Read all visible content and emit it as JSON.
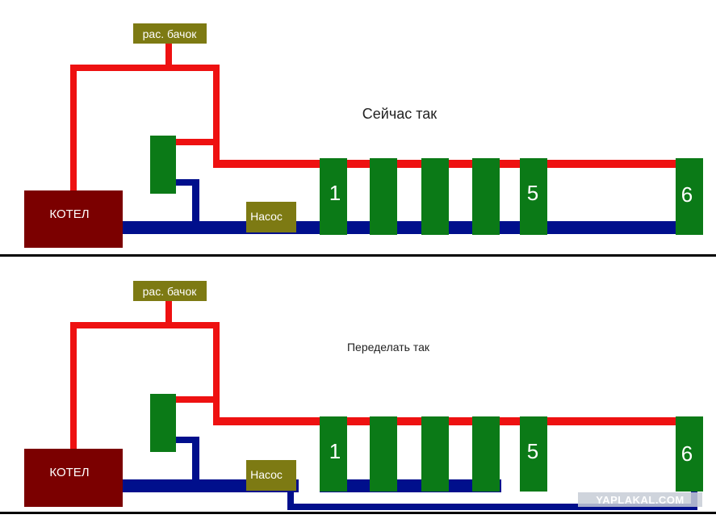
{
  "colors": {
    "supply": "#ee1111",
    "return": "#000f8c",
    "radiator": "#0b7a17",
    "boiler": "#7b0000",
    "tank": "#7d7a13",
    "pump": "#7d7a13",
    "divider": "#000000",
    "watermark_bg": "#c7ccd6",
    "watermark_fg": "#ffffff"
  },
  "top_scheme": {
    "caption": "Сейчас так",
    "tank_label": "рас. бачок",
    "boiler_label": "КОТЕЛ",
    "pump_label": "Насос",
    "radiators": [
      "1",
      "",
      "",
      "",
      "5",
      "6"
    ]
  },
  "bottom_scheme": {
    "caption": "Переделать так",
    "tank_label": "рас. бачок",
    "boiler_label": "КОТЕЛ",
    "pump_label": "Насос",
    "radiators": [
      "1",
      "",
      "",
      "",
      "5",
      "6"
    ]
  },
  "watermark": "YAPLAKAL.COM"
}
